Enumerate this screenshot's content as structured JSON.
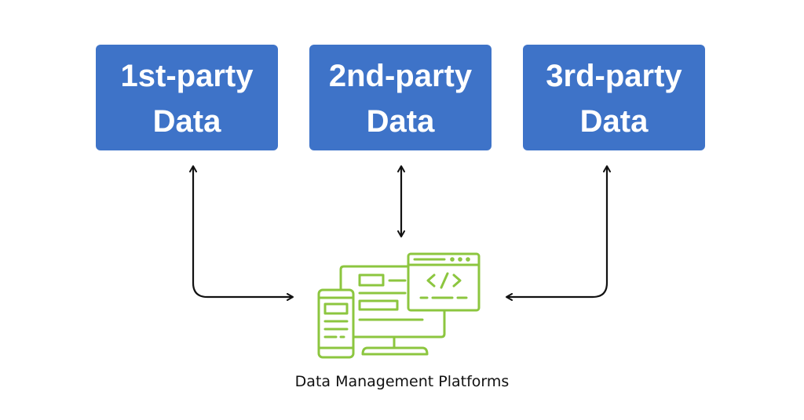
{
  "colors": {
    "box_fill": "#3e73c8",
    "box_text": "#ffffff",
    "arrow": "#111111",
    "icon_stroke": "#8cc63f"
  },
  "sources": [
    {
      "line1": "1st-party",
      "line2": "Data"
    },
    {
      "line1": "2nd-party",
      "line2": "Data"
    },
    {
      "line1": "3rd-party",
      "line2": "Data"
    }
  ],
  "platform": {
    "icon": "computer-and-mobile-code-icon",
    "label": "Data Management Platforms"
  }
}
